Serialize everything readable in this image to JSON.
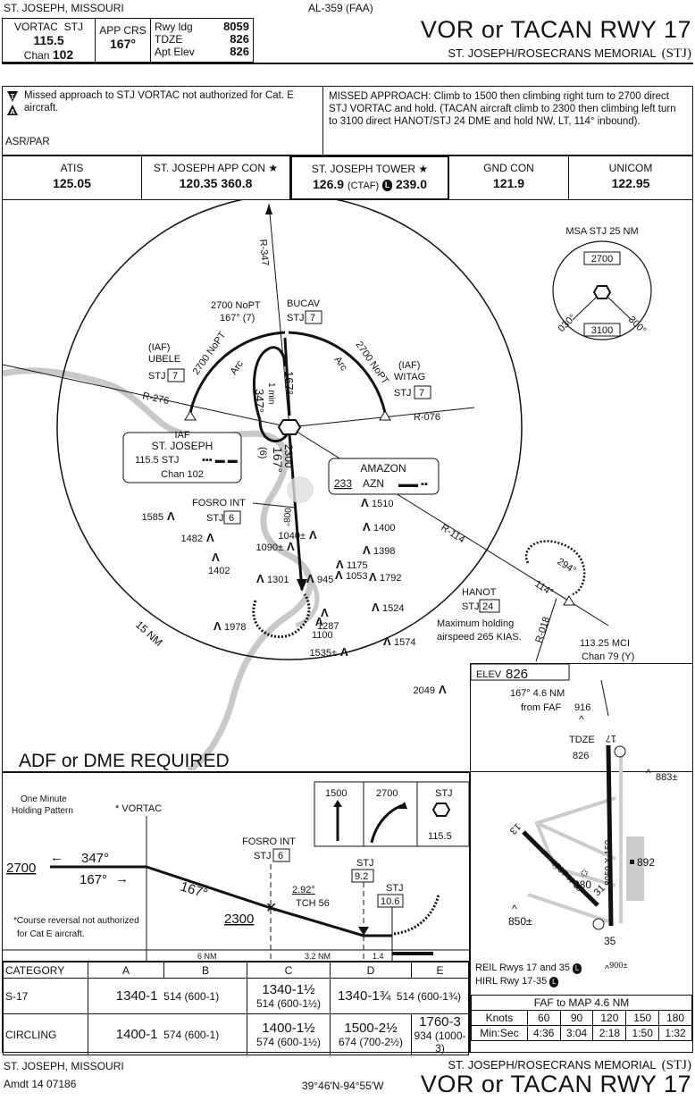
{
  "header": {
    "city_state": "ST. JOSEPH, MISSOURI",
    "chart_id": "AL-359 (FAA)",
    "procedure_title": "VOR or TACAN RWY 17",
    "airport_name": "ST. JOSEPH/ROSECRANS MEMORIAL",
    "airport_code": "(STJ)"
  },
  "briefing": {
    "nav_type": "VORTAC",
    "nav_ident": "STJ",
    "nav_freq": "115.5",
    "chan_label": "Chan",
    "chan": "102",
    "app_crs_label": "APP CRS",
    "app_crs": "167°",
    "rwy_ldg_label": "Rwy ldg",
    "rwy_ldg": "8059",
    "tdze_label": "TDZE",
    "tdze": "826",
    "apt_elev_label": "Apt Elev",
    "apt_elev": "826"
  },
  "notes": {
    "takeoff_icon": "T",
    "alternate_icon": "A",
    "note_text": "Missed approach to STJ VORTAC not authorized for Cat. E aircraft.",
    "radar": "ASR/PAR",
    "missed_approach": "MISSED APPROACH: Climb to 1500 then climbing right turn to 2700 direct STJ VORTAC and hold. (TACAN aircraft climb to 2300 then climbing left turn to 3100 direct HANOT/STJ 24 DME and hold NW, LT, 114° inbound)."
  },
  "comms": [
    {
      "label": "ATIS",
      "value": "125.05"
    },
    {
      "label": "ST. JOSEPH APP CON ★",
      "value": "120.35  360.8"
    },
    {
      "label": "ST. JOSEPH TOWER ★",
      "value": "126.9",
      "ctaf": "(CTAF)",
      "l_icon": "L",
      "value2": "239.0"
    },
    {
      "label": "GND CON",
      "value": "121.9"
    },
    {
      "label": "UNICOM",
      "value": "122.95"
    }
  ],
  "plan_view": {
    "radial_r347": "R-347",
    "radial_r276": "R-276",
    "radial_r076": "R-076",
    "radial_r114": "R-114",
    "radial_r018": "R-018",
    "nopt_top_1": "2700 NoPT",
    "nopt_top_2": "167° (7)",
    "bucav": "BUCAV",
    "stj": "STJ",
    "dme7": "7",
    "iaf": "(IAF)",
    "ubele": "UBELE",
    "witag": "WITAG",
    "arc_label": "2700 NoPT",
    "arc": "Arc",
    "hold_in": "167°",
    "hold_out": "347°",
    "hold_time": "1 min",
    "final_alt": "2300",
    "final_crs": "167°",
    "final_dme": "(6)",
    "vortac_iaf": "IAF",
    "vortac_name": "ST. JOSEPH",
    "vortac_freq": "115.5  STJ",
    "vortac_chan": "Chan 102",
    "ndb_name": "AMAZON",
    "ndb_freq": "233",
    "ndb_ident": "AZN",
    "fosro": "FOSRO INT",
    "dme6": "6",
    "radial_008": "008°",
    "hanot": "HANOT",
    "dme24": "24",
    "hold_note_1": "Maximum holding",
    "hold_note_2": "airspeed 265 KIAS.",
    "hanot_in": "114°",
    "hanot_out": "294°",
    "mci_freq": "113.25 MCI",
    "mci_chan": "Chan 79 (Y)",
    "ring_label": "15 NM",
    "adf_note": "ADF or DME REQUIRED",
    "obstacles": [
      {
        "label": "1510"
      },
      {
        "label": "1585"
      },
      {
        "label": "1482"
      },
      {
        "label": "1402"
      },
      {
        "label": "1040±"
      },
      {
        "label": "1400"
      },
      {
        "label": "1090±"
      },
      {
        "label": "1175"
      },
      {
        "label": "1398"
      },
      {
        "label": "1301"
      },
      {
        "label": "945"
      },
      {
        "label": "1053"
      },
      {
        "label": "1792"
      },
      {
        "label": "1287"
      },
      {
        "label": "1524"
      },
      {
        "label": "1100"
      },
      {
        "label": "1978"
      },
      {
        "label": "1535±"
      },
      {
        "label": "1574"
      },
      {
        "label": "2049"
      }
    ]
  },
  "msa": {
    "title": "MSA STJ 25 NM",
    "alt_north": "2700",
    "alt_south": "3100",
    "bearing_left": "030°",
    "bearing_right": "300°"
  },
  "profile": {
    "holding_note_1": "One Minute",
    "holding_note_2": "Holding Pattern",
    "vortac_label": "* VORTAC",
    "alt_2700": "2700",
    "out_crs": "347°",
    "in_crs": "167°",
    "descent_crs": "167°",
    "fosro": "FOSRO INT",
    "stj": "STJ",
    "dme6": "6",
    "alt_2300": "2300",
    "gs_angle": "2.92°",
    "tch": "TCH 56",
    "dme92": "9.2",
    "dme106": "10.6",
    "cat_note_1": "*Course reversal not authorized",
    "cat_note_2": "for Cat E aircraft.",
    "dist_1": "6 NM",
    "dist_2": "3.2 NM",
    "dist_3": "1.4",
    "ma_icons": [
      {
        "label": "1500",
        "icon": "climb-arrow"
      },
      {
        "label": "2700",
        "icon": "climbing-turn-arrow"
      },
      {
        "label": "STJ",
        "icon": "vortac",
        "sub": "115.5"
      }
    ]
  },
  "minimums": {
    "headers": [
      "CATEGORY",
      "A",
      "B",
      "C",
      "D",
      "E"
    ],
    "rows": [
      {
        "name": "S-17",
        "ab_main": "1340-1",
        "ab_sub": "514 (600-1)",
        "c_main": "1340-1½",
        "c_sub": "514 (600-1½)",
        "de_main": "1340-1¾",
        "de_sub": "514 (600-1¾)"
      },
      {
        "name": "CIRCLING",
        "ab_main": "1400-1",
        "ab_sub": "574 (600-1)",
        "c_main": "1400-1½",
        "c_sub": "574 (600-1½)",
        "d_main": "1500-2½",
        "d_sub": "674 (700-2½)",
        "e_main": "1760-3",
        "e_sub": "934 (1000-3)"
      }
    ]
  },
  "airport": {
    "elev_label": "ELEV",
    "elev": "826",
    "faf_note_1": "167° 4.6 NM",
    "faf_note_2": "from FAF",
    "obs_916": "916",
    "tdze_label": "TDZE",
    "tdze": "826",
    "obs_883": "883±",
    "rwy17": "17",
    "rwy35": "35",
    "rwy13": "13",
    "rwy31": "31",
    "rwy_dim_main": "8059 X 150",
    "rwy_dim_cross": "4797 X 75",
    "beacon_elev": "880",
    "bldg_892": "892",
    "obs_850": "850±",
    "obs_900": "900±",
    "lighting_1": "REIL Rwys 17 and 35",
    "lighting_2": "HIRL Rwy 17-35",
    "timing_title": "FAF to MAP  4.6 NM",
    "knots_label": "Knots",
    "minsec_label": "Min:Sec",
    "knots": [
      "60",
      "90",
      "120",
      "150",
      "180"
    ],
    "times": [
      "4:36",
      "3:04",
      "2:18",
      "1:50",
      "1:32"
    ]
  },
  "footer": {
    "city_state": "ST. JOSEPH, MISSOURI",
    "amendment": "Amdt 14  07186",
    "coords": "39°46′N-94°55′W",
    "airport_name": "ST. JOSEPH/ROSECRANS MEMORIAL",
    "airport_code": "(STJ)",
    "procedure_title": "VOR or TACAN RWY 17"
  }
}
